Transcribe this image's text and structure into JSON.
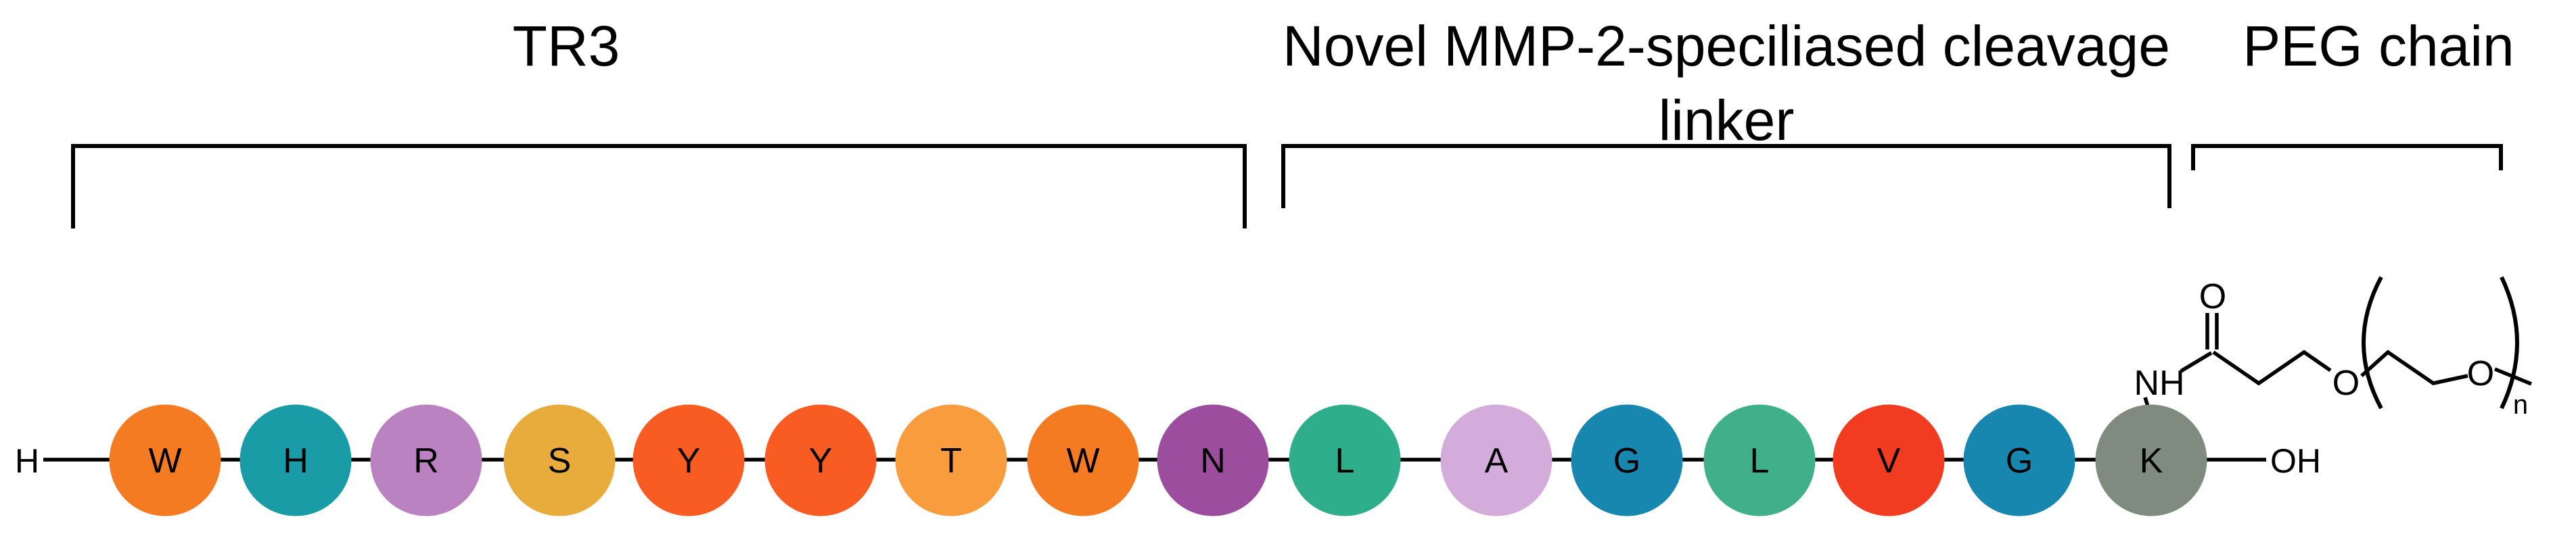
{
  "figure": {
    "background": "#FFFFFF",
    "sequence": "WHRSYYTWNLAGLVGK"
  },
  "annotations": {
    "tr3_label": "TR3",
    "linker_label_line1": "Novel MMP-2-speciliased cleavage",
    "linker_label_line2": "linker",
    "peg_label": "PEG chain"
  },
  "chain": {
    "n_terminus": "H",
    "c_terminus": "OH",
    "residues": [
      {
        "letter": "W",
        "color": "#F57B23",
        "letter_color": "#000000"
      },
      {
        "letter": "H",
        "color": "#1A9CA6",
        "letter_color": "#000000"
      },
      {
        "letter": "R",
        "color": "#BB82C1",
        "letter_color": "#000000"
      },
      {
        "letter": "S",
        "color": "#E8AC3C",
        "letter_color": "#000000"
      },
      {
        "letter": "Y",
        "color": "#F85C22",
        "letter_color": "#000000"
      },
      {
        "letter": "Y",
        "color": "#F85C22",
        "letter_color": "#000000"
      },
      {
        "letter": "T",
        "color": "#F89C3E",
        "letter_color": "#000000"
      },
      {
        "letter": "W",
        "color": "#F57B23",
        "letter_color": "#000000"
      },
      {
        "letter": "N",
        "color": "#9C4D9E",
        "letter_color": "#FFFFFF"
      },
      {
        "letter": "L",
        "color": "#2FAE8B",
        "letter_color": "#000000"
      },
      {
        "letter": "A",
        "color": "#D4ACDC",
        "letter_color": "#000000"
      },
      {
        "letter": "G",
        "color": "#1787B0",
        "letter_color": "#FFFFFF"
      },
      {
        "letter": "L",
        "color": "#3FB089",
        "letter_color": "#000000"
      },
      {
        "letter": "V",
        "color": "#F23C22",
        "letter_color": "#000000"
      },
      {
        "letter": "G",
        "color": "#1787B0",
        "letter_color": "#FFFFFF"
      },
      {
        "letter": "K",
        "color": "#7E8B7E",
        "letter_color": "#000000"
      }
    ]
  },
  "peg_structure": {
    "nh_label": "NH",
    "carbonyl_oxygen": "O",
    "ether_oxygen": "O",
    "repeat_oxygen": "O",
    "repeat_subscript": "n"
  }
}
